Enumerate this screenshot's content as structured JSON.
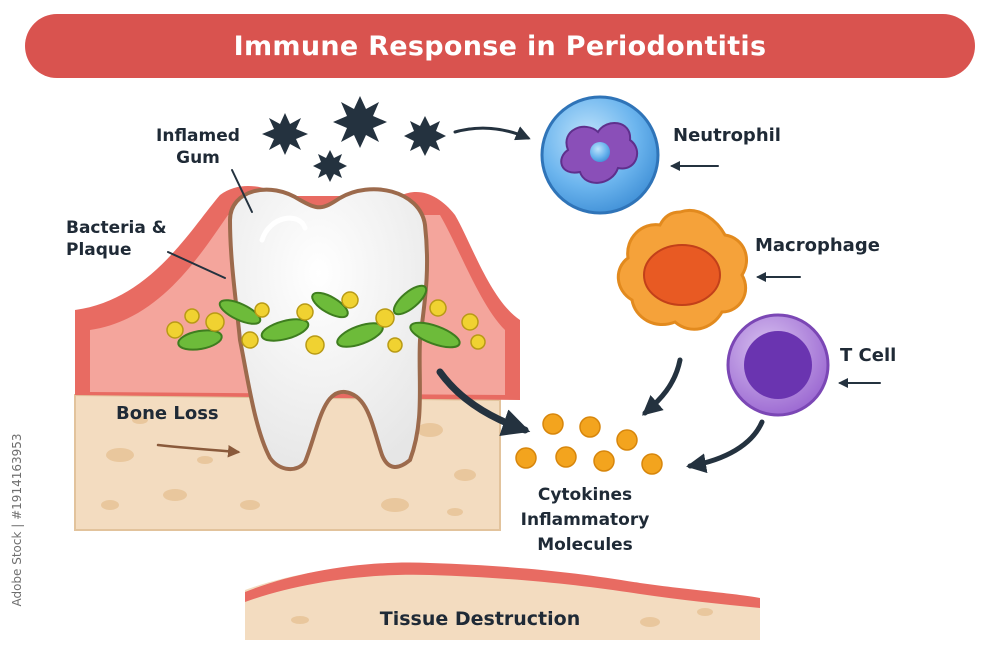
{
  "title": "Immune Response in Periodontitis",
  "labels": {
    "inflamed_gum": [
      "Inflamed",
      "Gum"
    ],
    "bacteria_plaque": [
      "Bacteria &",
      "Plaque"
    ],
    "bone_loss": "Bone Loss",
    "neutrophil": "Neutrophil",
    "macrophage": "Macrophage",
    "t_cell": "T Cell",
    "cytokines": [
      "Cytokines",
      "Inflammatory",
      "Molecules"
    ],
    "tissue_destruction": "Tissue Destruction"
  },
  "watermark": "Adobe Stock | #1914163953",
  "colors": {
    "title_bar": "#d9534f",
    "gum": "#e86b62",
    "bone": "#f3dcc0",
    "neutrophil": "#5aa9ea",
    "macrophage": "#f5a23a",
    "t_cell": "#8e5ac9",
    "cytokine": "#f3a41e",
    "arrow": "#24323f",
    "bacteria_green": "#6dbb3a",
    "plaque_yellow": "#f0d231"
  }
}
